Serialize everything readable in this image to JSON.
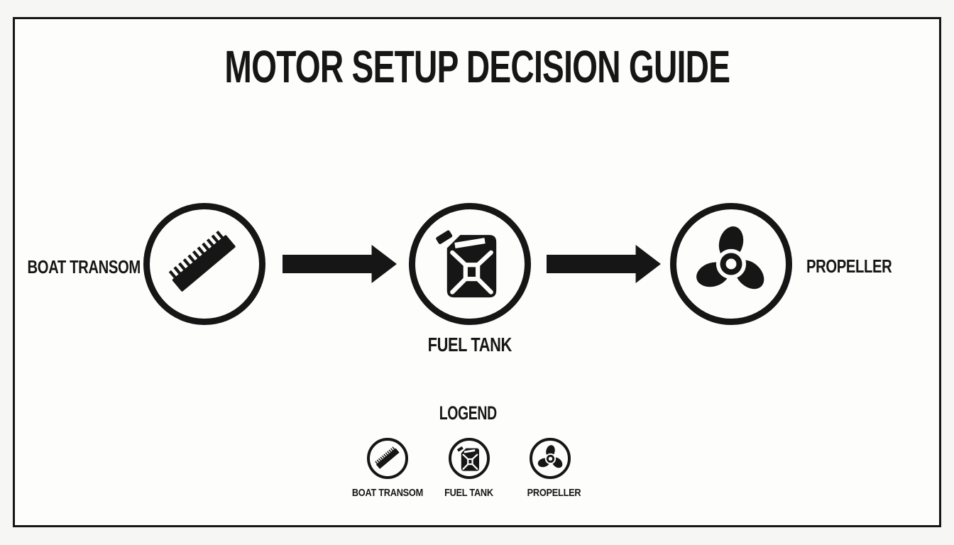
{
  "title": "MOTOR SETUP DECISION GUIDE",
  "colors": {
    "ink": "#161616",
    "background": "#f6f6f4",
    "panel": "#fdfdfc"
  },
  "flow": {
    "nodes": [
      {
        "id": "boat-transom",
        "label": "BOAT TRANSOM",
        "icon": "ruler-icon",
        "label_position": "left"
      },
      {
        "id": "fuel-tank",
        "label": "FUEL TANK",
        "icon": "fuel-can-icon",
        "label_position": "below"
      },
      {
        "id": "propeller",
        "label": "PROPELLER",
        "icon": "propeller-icon",
        "label_position": "right"
      }
    ],
    "connectors": [
      {
        "from": "boat-transom",
        "to": "fuel-tank",
        "style": "solid-block-arrow"
      },
      {
        "from": "fuel-tank",
        "to": "propeller",
        "style": "solid-block-arrow"
      }
    ]
  },
  "legend": {
    "title": "LOGEND",
    "items": [
      {
        "label": "BOAT TRANSOM",
        "icon": "ruler-icon"
      },
      {
        "label": "FUEL TANK",
        "icon": "fuel-can-icon"
      },
      {
        "label": "PROPELLER",
        "icon": "propeller-icon"
      }
    ]
  }
}
